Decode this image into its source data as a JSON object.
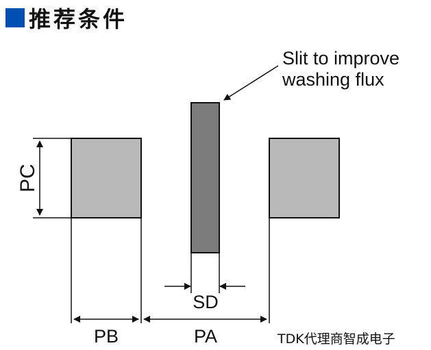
{
  "header": {
    "title": "推荐条件",
    "square_color": "#0050b3"
  },
  "callout": {
    "line1": "Slit to improve",
    "line2": "washing flux"
  },
  "dimensions": {
    "pc": "PC",
    "sd": "SD",
    "pb": "PB",
    "pa": "PA"
  },
  "footer": {
    "text": "TDK代理商智成电子"
  },
  "colors": {
    "pad_fill": "#b9b9b9",
    "slit_fill": "#7b7b7b",
    "stroke": "#111111"
  }
}
